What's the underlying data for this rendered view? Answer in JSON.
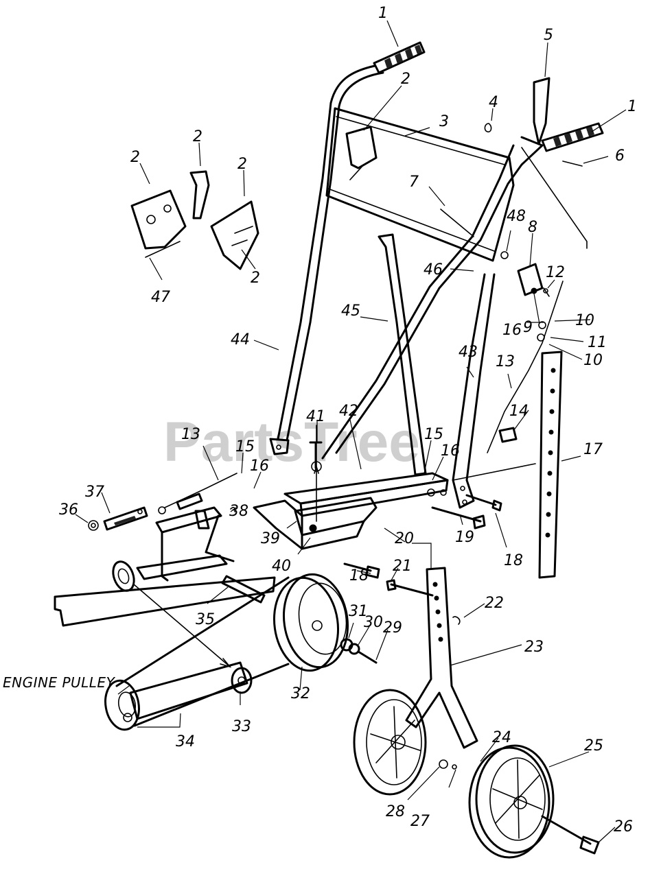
{
  "watermark": "PartsTree",
  "labels": [
    {
      "id": "1a",
      "text": "1"
    },
    {
      "id": "1b",
      "text": "1"
    },
    {
      "id": "2a",
      "text": "2"
    },
    {
      "id": "2b",
      "text": "2"
    },
    {
      "id": "2c",
      "text": "2"
    },
    {
      "id": "2d",
      "text": "2"
    },
    {
      "id": "2e",
      "text": "2"
    },
    {
      "id": "3",
      "text": "3"
    },
    {
      "id": "4",
      "text": "4"
    },
    {
      "id": "5",
      "text": "5"
    },
    {
      "id": "6",
      "text": "6"
    },
    {
      "id": "7",
      "text": "7"
    },
    {
      "id": "8",
      "text": "8"
    },
    {
      "id": "9",
      "text": "9"
    },
    {
      "id": "10a",
      "text": "10"
    },
    {
      "id": "10b",
      "text": "10"
    },
    {
      "id": "11",
      "text": "11"
    },
    {
      "id": "12",
      "text": "12"
    },
    {
      "id": "13a",
      "text": "13"
    },
    {
      "id": "13b",
      "text": "13"
    },
    {
      "id": "14",
      "text": "14"
    },
    {
      "id": "15a",
      "text": "15"
    },
    {
      "id": "15b",
      "text": "15"
    },
    {
      "id": "16a",
      "text": "16"
    },
    {
      "id": "16b",
      "text": "16"
    },
    {
      "id": "16c",
      "text": "16"
    },
    {
      "id": "17",
      "text": "17"
    },
    {
      "id": "18a",
      "text": "18"
    },
    {
      "id": "18b",
      "text": "18"
    },
    {
      "id": "19",
      "text": "19"
    },
    {
      "id": "20",
      "text": "20"
    },
    {
      "id": "21",
      "text": "21"
    },
    {
      "id": "22",
      "text": "22"
    },
    {
      "id": "23",
      "text": "23"
    },
    {
      "id": "24",
      "text": "24"
    },
    {
      "id": "25",
      "text": "25"
    },
    {
      "id": "26",
      "text": "26"
    },
    {
      "id": "27",
      "text": "27"
    },
    {
      "id": "28",
      "text": "28"
    },
    {
      "id": "29",
      "text": "29"
    },
    {
      "id": "30",
      "text": "30"
    },
    {
      "id": "31",
      "text": "31"
    },
    {
      "id": "32",
      "text": "32"
    },
    {
      "id": "33",
      "text": "33"
    },
    {
      "id": "34",
      "text": "34"
    },
    {
      "id": "35",
      "text": "35"
    },
    {
      "id": "36",
      "text": "36"
    },
    {
      "id": "37",
      "text": "37"
    },
    {
      "id": "38",
      "text": "38"
    },
    {
      "id": "39",
      "text": "39"
    },
    {
      "id": "40",
      "text": "40"
    },
    {
      "id": "41",
      "text": "41"
    },
    {
      "id": "42",
      "text": "42"
    },
    {
      "id": "43",
      "text": "43"
    },
    {
      "id": "44",
      "text": "44"
    },
    {
      "id": "45",
      "text": "45"
    },
    {
      "id": "46",
      "text": "46"
    },
    {
      "id": "47",
      "text": "47"
    },
    {
      "id": "48",
      "text": "48"
    },
    {
      "id": "engine",
      "text": "ENGINE PULLEY"
    }
  ]
}
